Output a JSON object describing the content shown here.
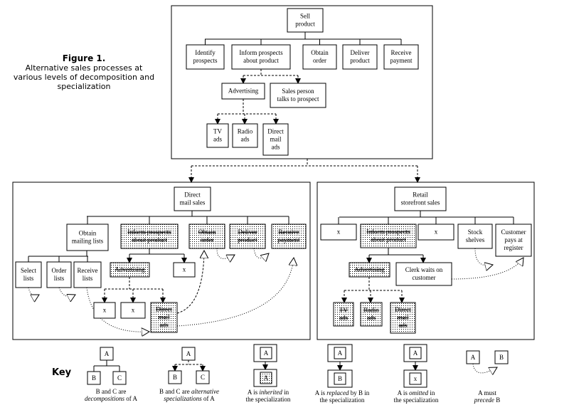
{
  "figure": {
    "title": "Figure 1.",
    "caption_lines": [
      "Alternative sales processes at",
      "various levels of decomposition and",
      "specialization"
    ]
  },
  "top_panel": {
    "root": [
      "Sell",
      "product"
    ],
    "children": [
      [
        "Identify",
        "prospects"
      ],
      [
        "Inform prospects",
        "about product"
      ],
      [
        "Obtain",
        "order"
      ],
      [
        "Deliver",
        "product"
      ],
      [
        "Receive",
        "payment"
      ]
    ],
    "inform_alternatives": [
      [
        "Advertising"
      ],
      [
        "Sales person",
        "talks to prospect"
      ]
    ],
    "advertising_alternatives": [
      [
        "TV",
        "ads"
      ],
      [
        "Radio",
        "ads"
      ],
      [
        "Direct",
        "mail",
        "ads"
      ]
    ]
  },
  "direct_mail_panel": {
    "root": [
      "Direct",
      "mail sales"
    ],
    "children": [
      [
        "Obtain",
        "mailing lists"
      ],
      [
        "Inform prospects",
        "about product"
      ],
      [
        "Obtain",
        "order"
      ],
      [
        "Deliver",
        "product"
      ],
      [
        "Receive",
        "payment"
      ]
    ],
    "mailing_children": [
      [
        "Select",
        "lists"
      ],
      [
        "Order",
        "lists"
      ],
      [
        "Receive",
        "lists"
      ]
    ],
    "inform_children": [
      [
        "Advertising"
      ],
      [
        "x"
      ]
    ],
    "advertising_children": [
      [
        "x"
      ],
      [
        "x"
      ],
      [
        "Direct",
        "mail",
        "ads"
      ]
    ]
  },
  "retail_panel": {
    "root": [
      "Retail",
      "storefront sales"
    ],
    "children": [
      [
        "x"
      ],
      [
        "Inform prospects",
        "about product"
      ],
      [
        "x"
      ],
      [
        "Stock",
        "shelves"
      ],
      [
        "Customer",
        "pays at",
        "register"
      ]
    ],
    "inform_children": [
      [
        "Advertising"
      ],
      [
        "Clerk waits on",
        "customer"
      ]
    ],
    "advertising_children": [
      [
        "TV",
        "ads"
      ],
      [
        "Radio",
        "ads"
      ],
      [
        "Direct",
        "mail",
        "ads"
      ]
    ]
  },
  "key": {
    "label": "Key",
    "letters": {
      "a": "A",
      "b": "B",
      "c": "C",
      "x": "x"
    },
    "items": [
      {
        "pre": "B and C are",
        "em": "decompositions",
        "post": "of A",
        "line2": ""
      },
      {
        "pre": "B and C are",
        "em": "alternative",
        "post": "",
        "line2_em": "specializations",
        "line2_post": "of A"
      },
      {
        "pre": "A is",
        "em": "inherited",
        "post": "in",
        "line2": "the specialization"
      },
      {
        "pre": "A is",
        "em": "replaced",
        "post": "by B in",
        "line2": "the specialization"
      },
      {
        "pre": "A is",
        "em": "omitted",
        "post": "in",
        "line2": "the specialization"
      },
      {
        "pre": "A must",
        "em": "",
        "post": "",
        "line2_em": "precede",
        "line2_post": "B"
      }
    ]
  }
}
